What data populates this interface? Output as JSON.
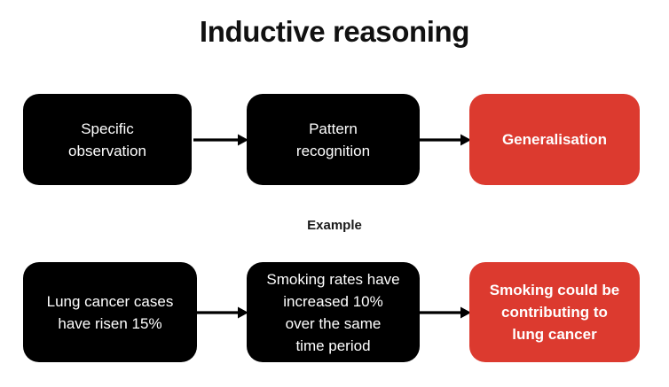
{
  "page": {
    "title": "Inductive reasoning",
    "section_label": "Example",
    "background_color": "#ffffff"
  },
  "colors": {
    "accent_red": "#dc3a2f",
    "node_black": "#000000",
    "text_white": "#ffffff",
    "text_black": "#111111",
    "arrow": "#000000"
  },
  "flow": {
    "concept_row": {
      "nodes": [
        {
          "label": "Specific\nobservation",
          "style": "dark",
          "emphasis": "normal"
        },
        {
          "label": "Pattern\nrecognition",
          "style": "dark",
          "emphasis": "normal"
        },
        {
          "label": "Generalisation",
          "style": "accent",
          "emphasis": "bold"
        }
      ],
      "arrows": [
        {
          "from": "Specific observation",
          "to": "Pattern recognition",
          "direction": "right"
        },
        {
          "from": "Pattern recognition",
          "to": "Generalisation",
          "direction": "right"
        }
      ]
    },
    "example_row": {
      "nodes": [
        {
          "label": "Lung cancer cases\nhave risen 15%",
          "style": "dark",
          "emphasis": "normal"
        },
        {
          "label": "Smoking rates have\nincreased 10%\nover the same\ntime period",
          "style": "dark",
          "emphasis": "normal"
        },
        {
          "label": "Smoking could be\ncontributing to\nlung cancer",
          "style": "accent",
          "emphasis": "bold"
        }
      ],
      "arrows": [
        {
          "from": "Lung cancer cases have risen 15%",
          "to": "Smoking rates have increased 10% over the same time period",
          "direction": "right"
        },
        {
          "from": "Smoking rates have increased 10% over the same time period",
          "to": "Smoking could be contributing to lung cancer",
          "direction": "right"
        }
      ]
    }
  }
}
